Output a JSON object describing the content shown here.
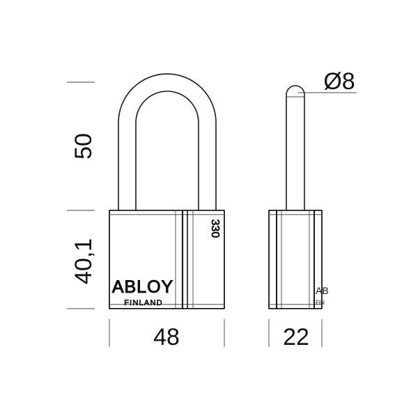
{
  "dimensions": {
    "shackle_height": "50",
    "body_height": "40,1",
    "body_width": "48",
    "body_depth": "22",
    "shackle_diameter": "Ø8"
  },
  "lock": {
    "brand": "ABLOY",
    "origin": "FINLAND",
    "model": "330",
    "side_brand": "AB",
    "side_origin": "FIN"
  },
  "colors": {
    "line": "#1a1a1a",
    "background": "#ffffff"
  }
}
